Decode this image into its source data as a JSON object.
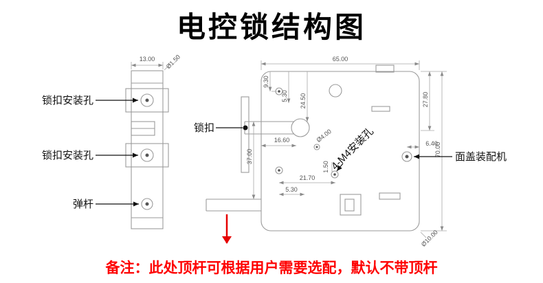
{
  "title": "电控锁结构图",
  "note": "备注：此处顶杆可根据用户需要选配，默认不带顶杆",
  "colors": {
    "note_red": "#fe0000",
    "line_gray": "#9a9a9a",
    "dim_gray": "#555555"
  },
  "left_view": {
    "labels": {
      "hole_top": "锁扣安装孔",
      "hole_mid": "锁扣安装孔",
      "spring_rod": "弹杆"
    },
    "dims": {
      "width": "13.00",
      "hole_dia": "Ø1.50"
    }
  },
  "main_view": {
    "labels": {
      "latch": "锁扣",
      "mount_holes": "4-M4安装孔",
      "cover_assembly": "面盖装配机"
    },
    "dims": {
      "top_width": "65.00",
      "top_offset": "9.30",
      "hole_offset": "5.30",
      "latch_offset": "24.50",
      "right_upper": "27.80",
      "height": "70.00",
      "left_height": "37.00",
      "latch_len": "16.60",
      "small_hole_dia": "Ø4.00",
      "edge_offset": "6.40",
      "spacing_small": "1.50",
      "bottom_span": "21.70",
      "bottom_offset": "5.30",
      "corner_dia": "Ø10.00"
    }
  }
}
